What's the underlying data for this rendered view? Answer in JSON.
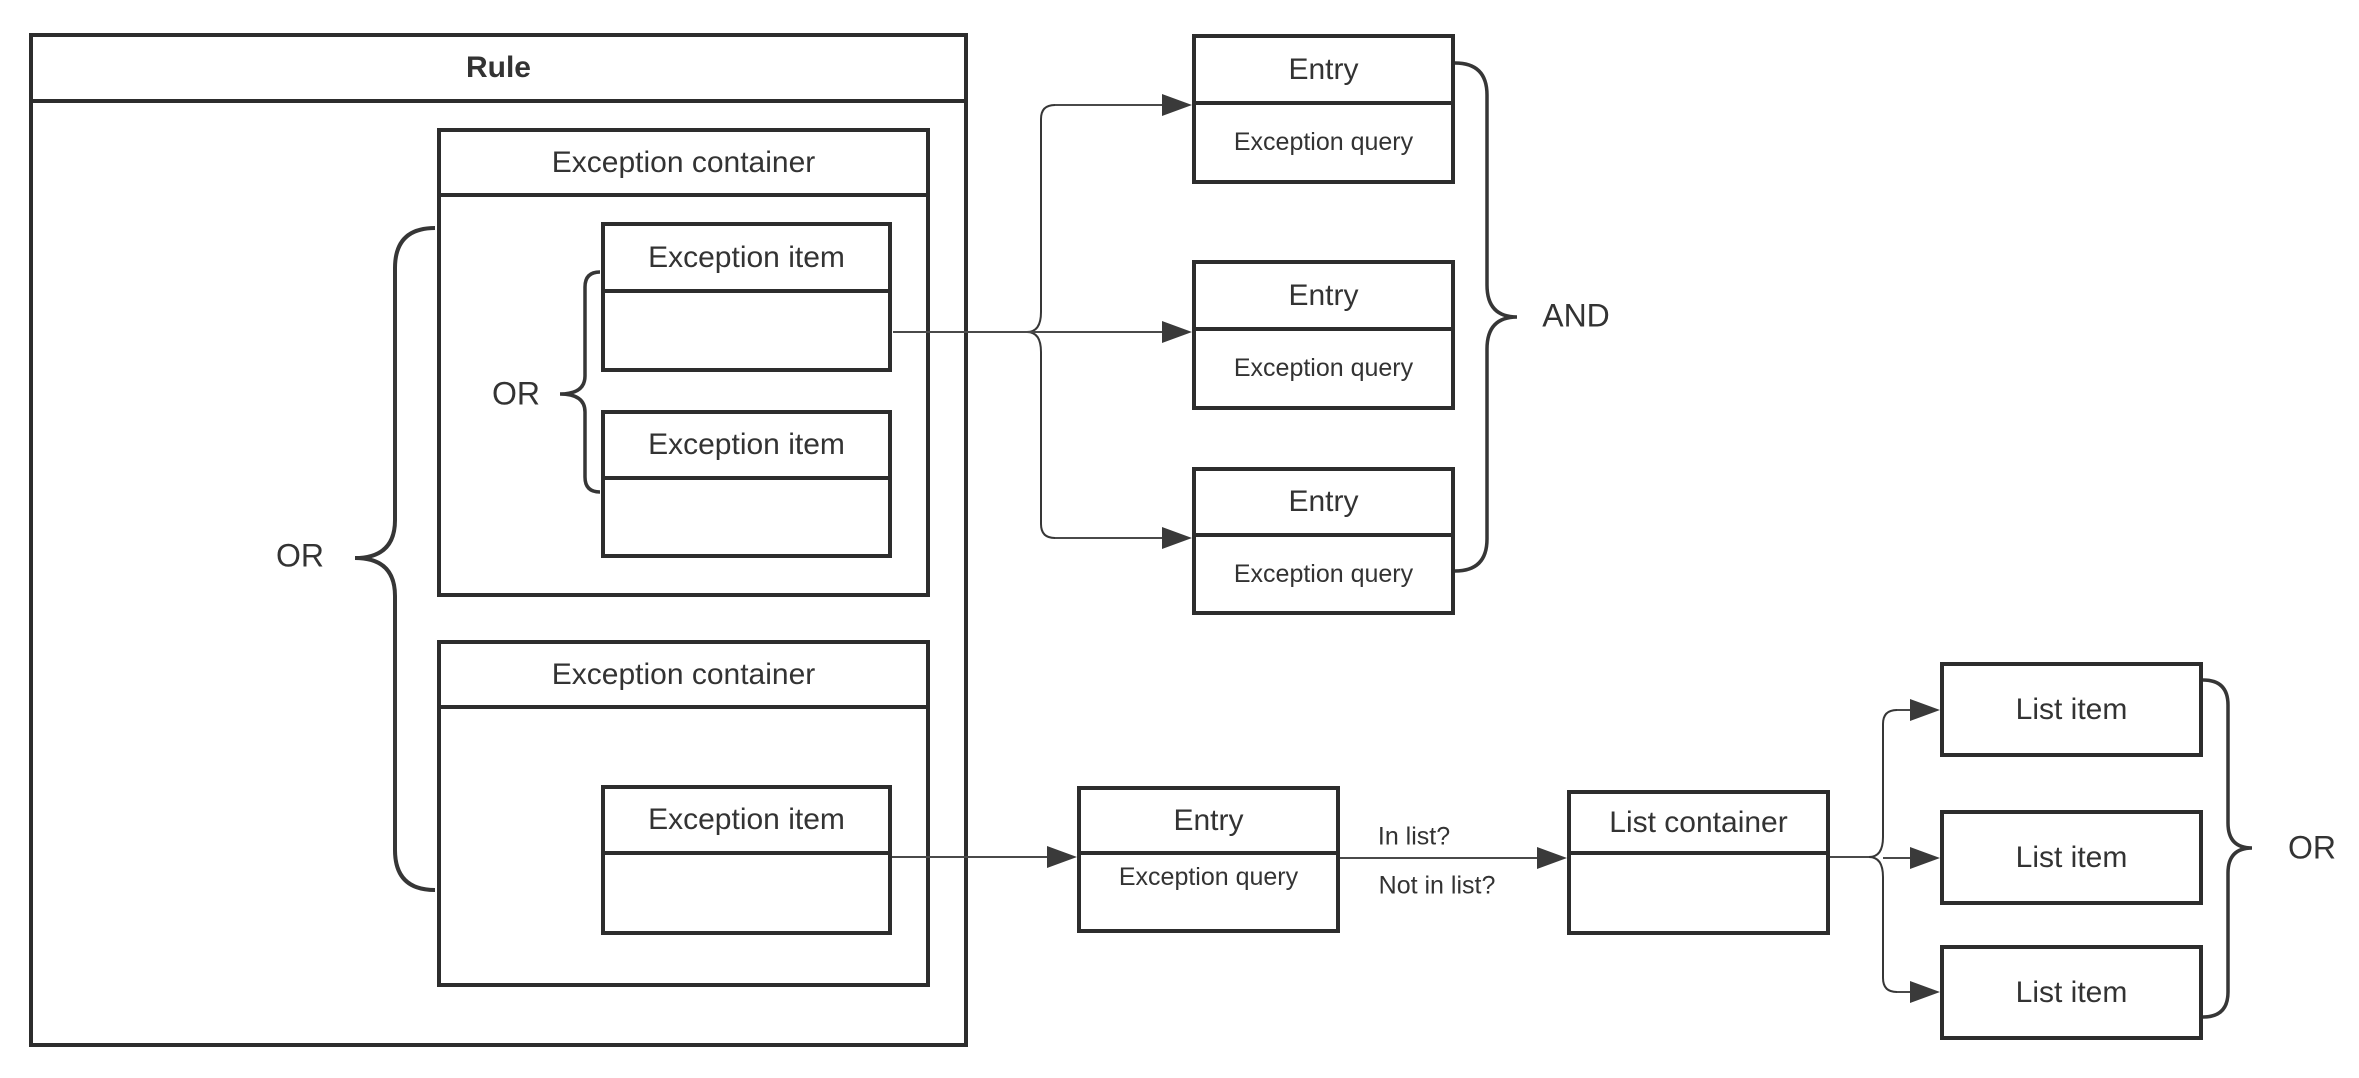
{
  "diagram": {
    "rule": {
      "title": "Rule",
      "outer_or_label": "OR",
      "containers": [
        {
          "title": "Exception container",
          "or_label": "OR",
          "items": [
            {
              "title": "Exception item"
            },
            {
              "title": "Exception item"
            }
          ]
        },
        {
          "title": "Exception container",
          "items": [
            {
              "title": "Exception item"
            }
          ]
        }
      ]
    },
    "and_group": {
      "label": "AND",
      "entries": [
        {
          "title": "Entry",
          "query": "Exception query"
        },
        {
          "title": "Entry",
          "query": "Exception query"
        },
        {
          "title": "Entry",
          "query": "Exception query"
        }
      ]
    },
    "list_flow": {
      "entry": {
        "title": "Entry",
        "query": "Exception query"
      },
      "edge_labels": {
        "in_list": "In list?",
        "not_in_list": "Not in list?"
      },
      "list_container": {
        "title": "List container"
      },
      "list_items": [
        {
          "title": "List item"
        },
        {
          "title": "List item"
        },
        {
          "title": "List item"
        }
      ],
      "label": "OR"
    },
    "colors": {
      "stroke": "#2d2d2d",
      "connector": "#4a4a4a",
      "text": "#333333",
      "background": "#ffffff"
    }
  }
}
